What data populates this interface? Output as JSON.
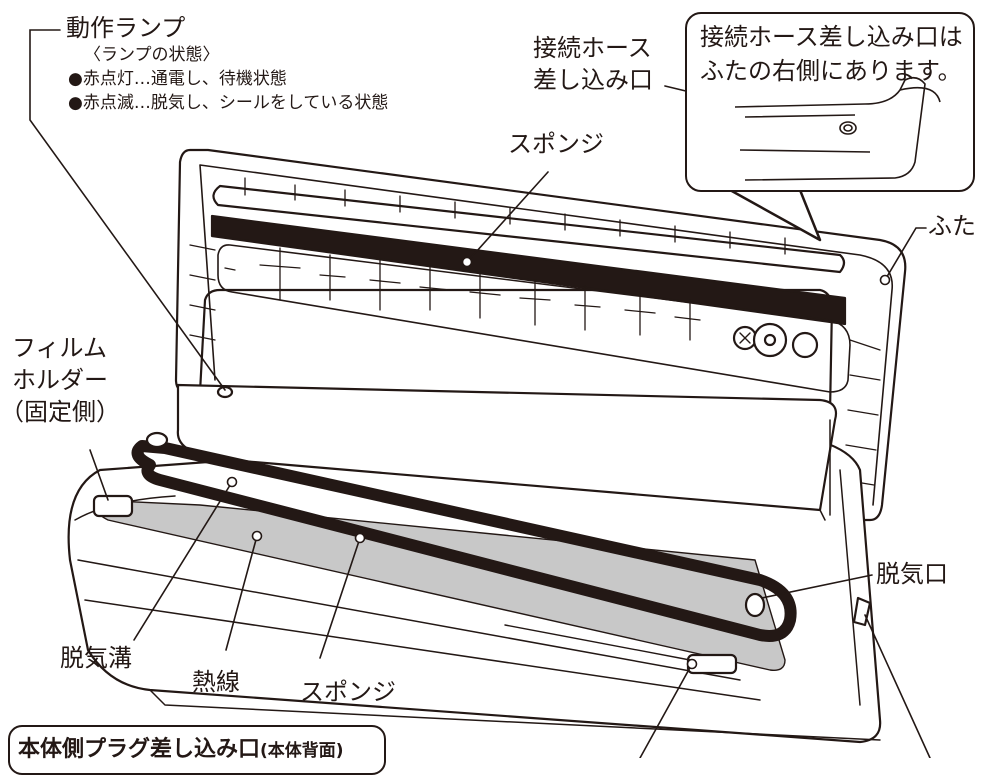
{
  "labels": {
    "lamp": "動作ランプ",
    "lamp_state_title": "〈ランプの状態〉",
    "lamp_state_1": "●赤点灯…通電し、待機状態",
    "lamp_state_2": "●赤点滅…脱気し、シールをしている状態",
    "hose_port_line1": "接続ホース",
    "hose_port_line2": "差し込み口",
    "callout_line1": "接続ホース差し込み口は",
    "callout_line2": "ふたの右側にあります。",
    "sponge_top": "スポンジ",
    "lid": "ふた",
    "film_holder_line1": "フィルム",
    "film_holder_line2": "ホルダー",
    "film_holder_line3": "（固定側）",
    "vent": "脱気口",
    "groove": "脱気溝",
    "heat_wire": "熱線",
    "sponge_bottom": "スポンジ",
    "plug_port_main": "本体側プラグ差し込み口",
    "plug_port_note": "(本体背面)"
  },
  "colors": {
    "line": "#231815",
    "sponge": "#231815",
    "heat_wire_fill": "#c8c8c8",
    "background": "#ffffff"
  }
}
